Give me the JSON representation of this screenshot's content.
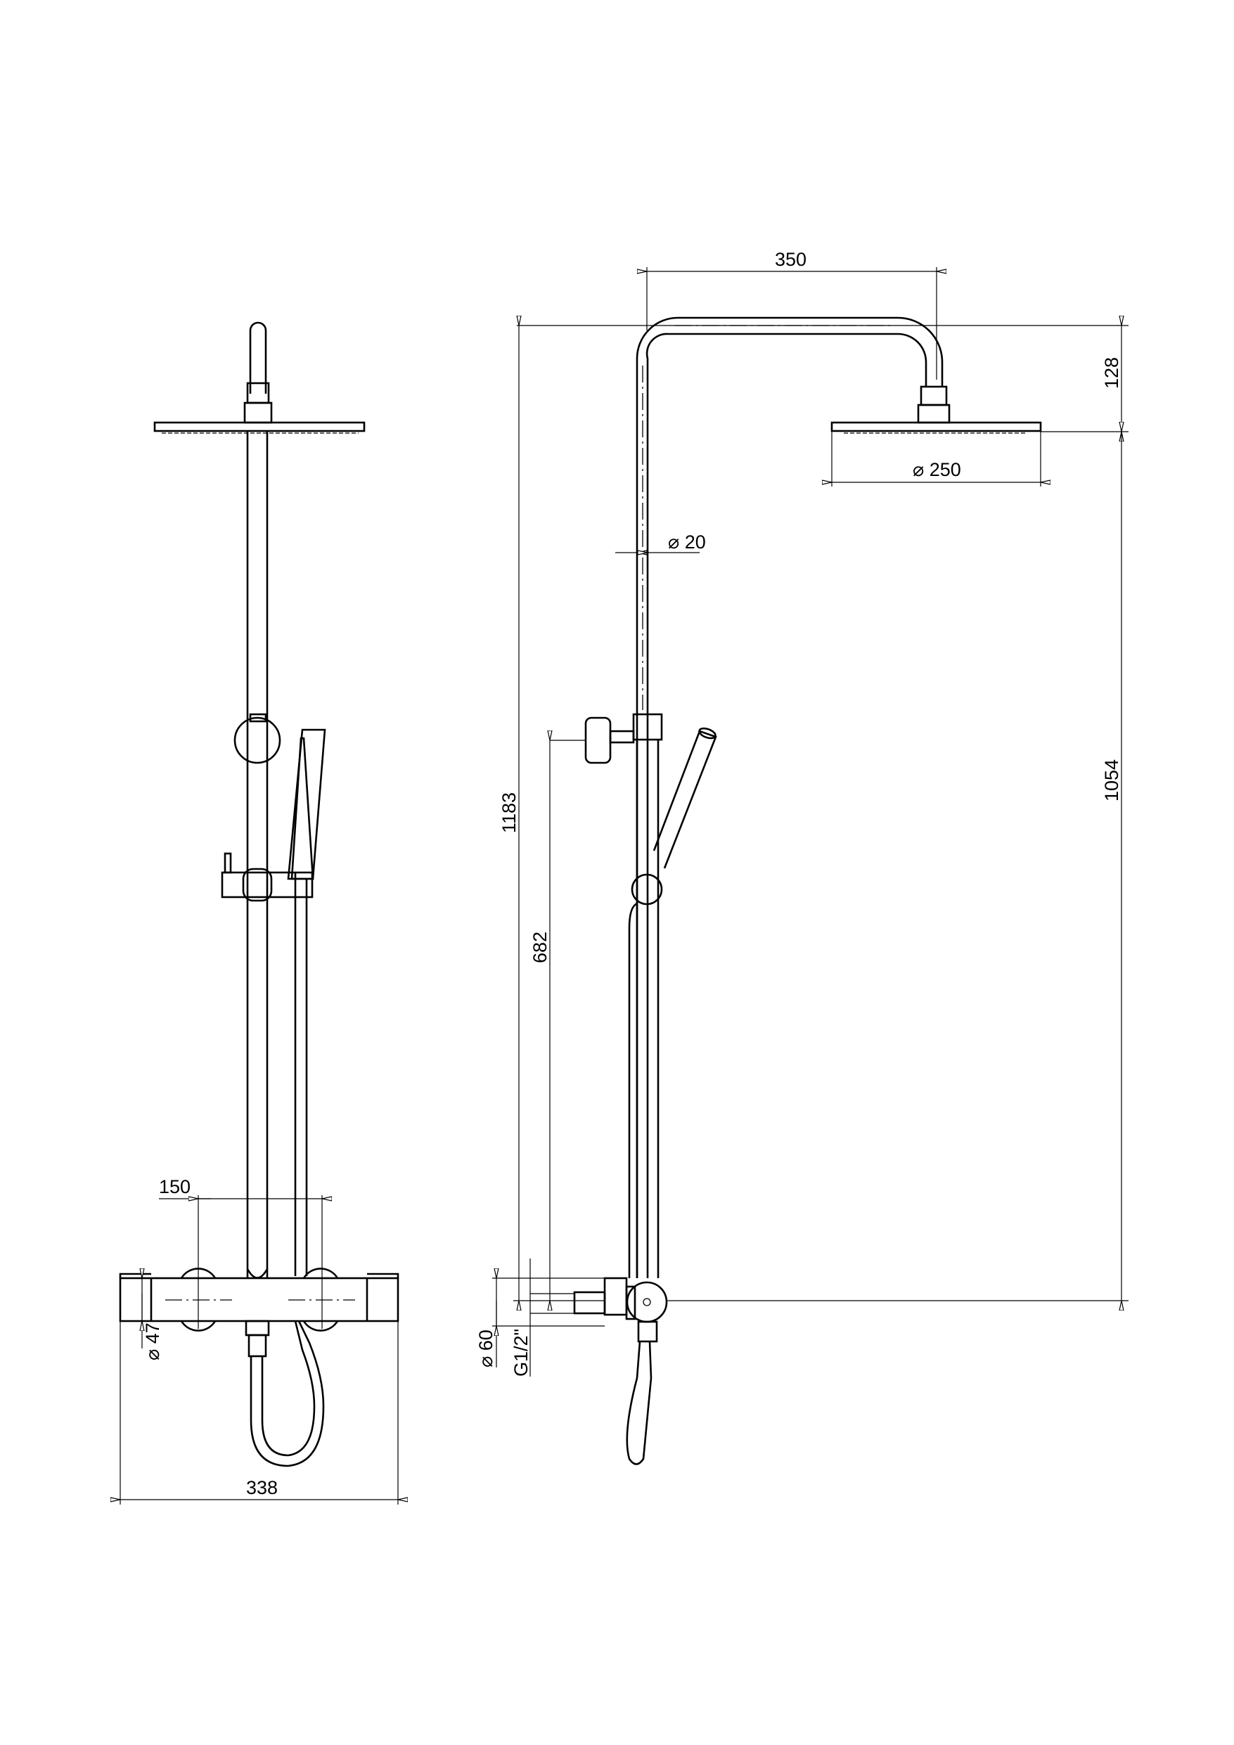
{
  "drawing": {
    "front_view": {
      "dimensions": {
        "valve_spacing": "150",
        "overall_width": "338",
        "knob_diameter": "⌀ 47"
      }
    },
    "side_view": {
      "dimensions": {
        "arm_projection": "350",
        "head_height": "128",
        "head_diameter": "⌀ 250",
        "pipe_diameter": "⌀ 20",
        "overall_height": "1183",
        "head_to_inlet": "1054",
        "holder_to_inlet": "682",
        "escutcheon_diameter": "⌀ 60",
        "thread": "G1/2\""
      }
    }
  }
}
